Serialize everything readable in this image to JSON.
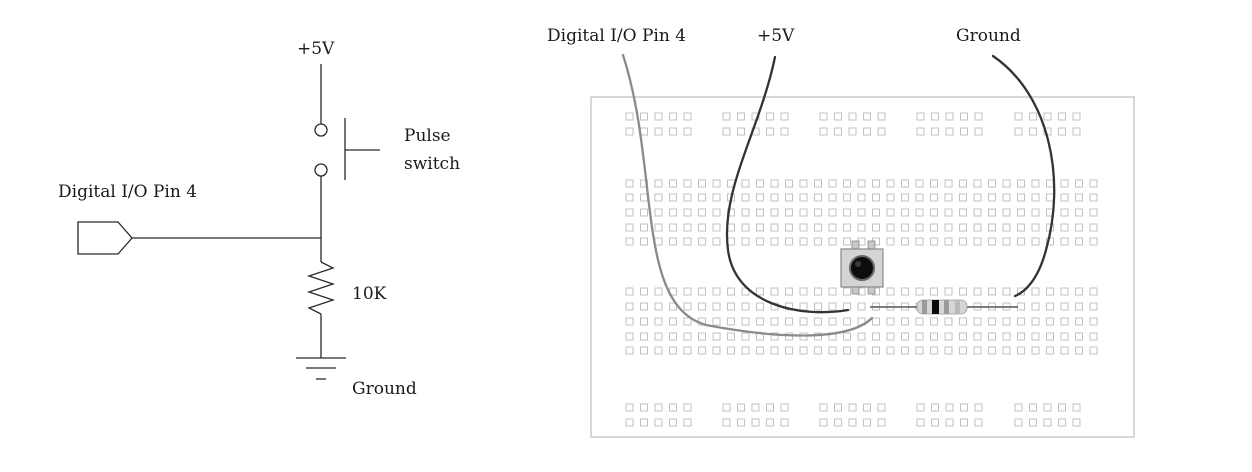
{
  "schematic": {
    "supply_label": "+5V",
    "switch_label_line1": "Pulse",
    "switch_label_line2": "switch",
    "input_label": "Digital I/O Pin 4",
    "resistor_label": "10K",
    "ground_label": "Ground"
  },
  "breadboard": {
    "wire_labels": {
      "digital": "Digital I/O Pin 4",
      "power": "+5V",
      "ground": "Ground"
    },
    "colors": {
      "digital_wire": "#8a8a8a",
      "power_wire": "#333333",
      "ground_wire": "#333333",
      "board_outline": "#cccccc",
      "hole": "#bbbbbb"
    }
  }
}
